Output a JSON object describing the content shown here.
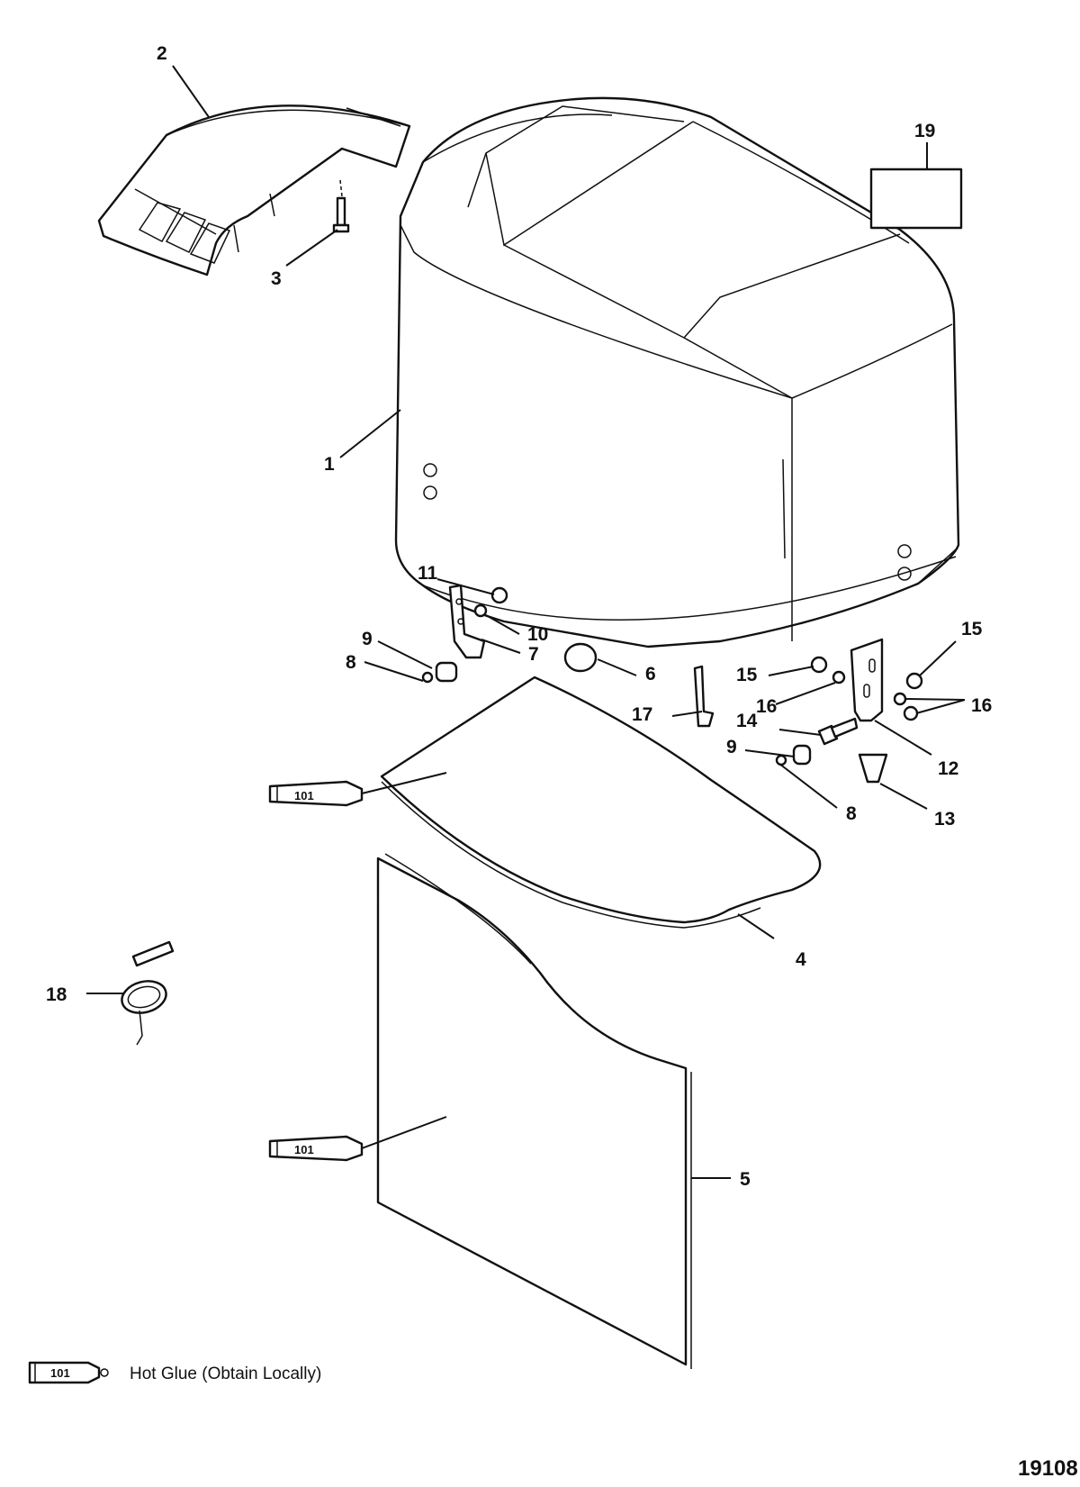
{
  "callouts": {
    "c1": "1",
    "c2": "2",
    "c3": "3",
    "c4": "4",
    "c5": "5",
    "c6": "6",
    "c7": "7",
    "c8a": "8",
    "c8b": "8",
    "c9a": "9",
    "c9b": "9",
    "c10": "10",
    "c11": "11",
    "c12": "12",
    "c13": "13",
    "c14": "14",
    "c15a": "15",
    "c15b": "15",
    "c16a": "16",
    "c16b": "16",
    "c17": "17",
    "c18": "18",
    "c19": "19"
  },
  "tube_label": "101",
  "legend": {
    "code": "101",
    "text": "Hot Glue (Obtain Locally)"
  },
  "figure_id": "19108"
}
